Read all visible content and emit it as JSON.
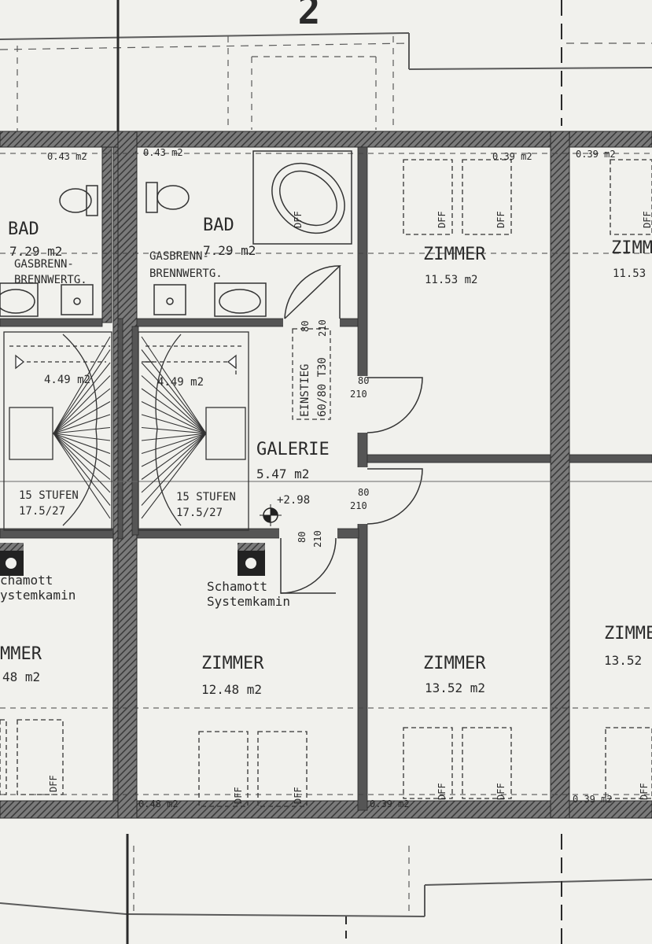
{
  "sheet": {
    "header_digit": "2",
    "colors": {
      "paper": "#f1f1ed",
      "wall": "#505050",
      "line": "#3a3a3a"
    }
  },
  "rooms": {
    "bad_left": {
      "name": "BAD",
      "area": "7.29 m2"
    },
    "bad_main": {
      "name": "BAD",
      "area": "7.29 m2"
    },
    "zimmer_top": {
      "name": "ZIMMER",
      "area": "11.53 m2"
    },
    "zimmer_top_right_edge": {
      "name": "ZIMM",
      "area": "11.53"
    },
    "galerie": {
      "name": "GALERIE",
      "area": "5.47 m2",
      "level": "+2.98"
    },
    "zimmer_bottom_main": {
      "name": "ZIMMER",
      "area": "12.48 m2"
    },
    "zimmer_bottom_mid": {
      "name": "ZIMMER",
      "area": "13.52 m2"
    },
    "zimmer_bottom_left_edge": {
      "name": "MMER",
      "area": "48 m2"
    },
    "zimmer_bottom_right_edge": {
      "name": "ZIMME",
      "area": "13.52"
    }
  },
  "fixtures": {
    "gas_left": {
      "line1": "GASBRENN-",
      "line2": "BRENNWERTG."
    },
    "gas_main": {
      "line1": "GASBRENN-",
      "line2": "BRENNWERTG."
    },
    "chimney_main": {
      "line1": "Schamott",
      "line2": "Systemkamin"
    },
    "chimney_left": {
      "line1": "chamott",
      "line2": "ystemkamin"
    },
    "hatch": {
      "line1": "EINSTIEG",
      "line2": "60/80 T30"
    }
  },
  "stairs": {
    "main": {
      "area": "4.49 m2",
      "steps": "15 STUFEN",
      "size": "17.5/27"
    },
    "left": {
      "area": "4.49 m2",
      "steps": "15 STUFEN",
      "size": "17.5/27"
    }
  },
  "doors": {
    "bad_door": {
      "width": "80",
      "height": "210"
    },
    "zimmer_top_door": {
      "width": "80",
      "height": "210"
    },
    "zimmer_mid_door": {
      "width": "80",
      "height": "210"
    },
    "zimmer_bottom_door": {
      "width": "80",
      "height": "210"
    }
  },
  "windows": {
    "label": "DFF"
  },
  "niches": {
    "n1": "0.43 m2",
    "n2": "0.43 m2",
    "n3": "0.39 m2",
    "n4": "0.39 m2",
    "n5": "0.48 m2",
    "n6": "0.39 m2",
    "n7": "0.39 m2"
  }
}
